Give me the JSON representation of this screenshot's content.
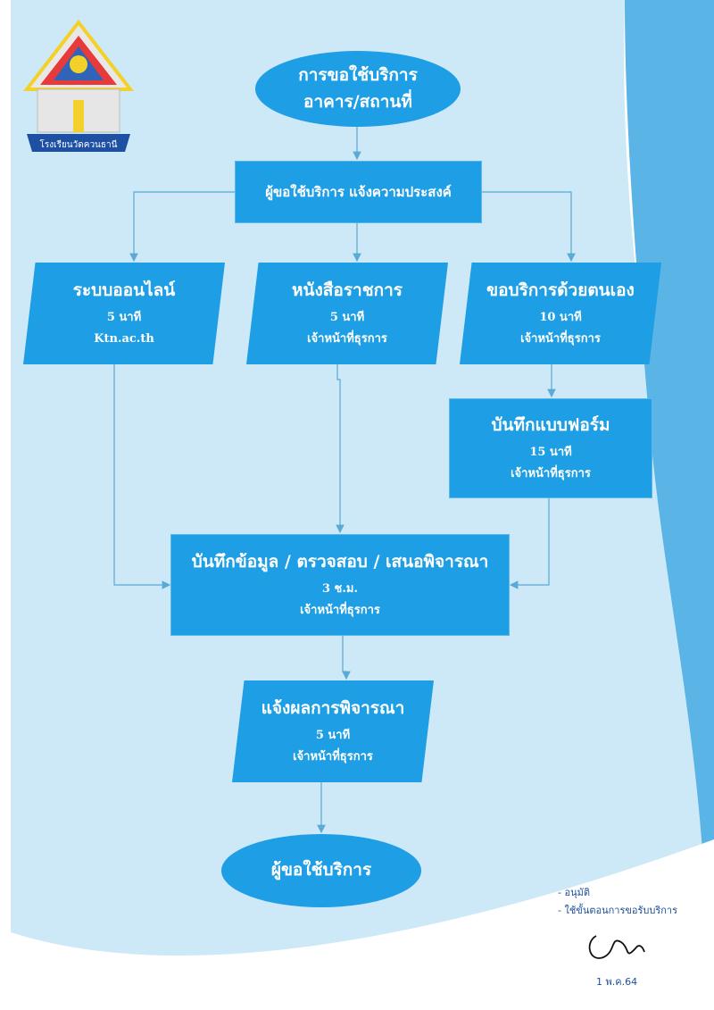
{
  "start": {
    "line1": "การขอใช้บริการ",
    "line2": "อาคาร/สถานที่"
  },
  "request": {
    "label": "ผู้ขอใช้บริการ แจ้งความประสงค์"
  },
  "channels": [
    {
      "title": "ระบบออนไลน์",
      "time": "5 นาที",
      "owner": "Ktn.ac.th"
    },
    {
      "title": "หนังสือราชการ",
      "time": "5 นาที",
      "owner": "เจ้าหน้าที่ธุรการ"
    },
    {
      "title": "ขอบริการด้วยตนเอง",
      "time": "10 นาที",
      "owner": "เจ้าหน้าที่ธุรการ"
    }
  ],
  "form": {
    "title": "บันทึกแบบฟอร์ม",
    "time": "15 นาที",
    "owner": "เจ้าหน้าที่ธุรการ"
  },
  "review": {
    "title": "บันทึกข้อมูล / ตรวจสอบ / เสนอพิจารณา",
    "time": "3 ช.ม.",
    "owner": "เจ้าหน้าที่ธุรการ"
  },
  "notify": {
    "title": "แจ้งผลการพิจารณา",
    "time": "5 นาที",
    "owner": "เจ้าหน้าที่ธุรการ"
  },
  "end": {
    "label": "ผู้ขอใช้บริการ"
  },
  "logo": {
    "text": "โรงเรียนวัดควนธานี"
  },
  "approval": {
    "line1": "- อนุมัติ",
    "line2": "- ใช้ขั้นตอนการขอรับบริการ",
    "date": "1 พ.ค.64"
  },
  "colors": {
    "box": "#1e9ee4",
    "background": "#cde9f7",
    "wave": "#5ab4e6",
    "connector": "#5aa9d6"
  }
}
